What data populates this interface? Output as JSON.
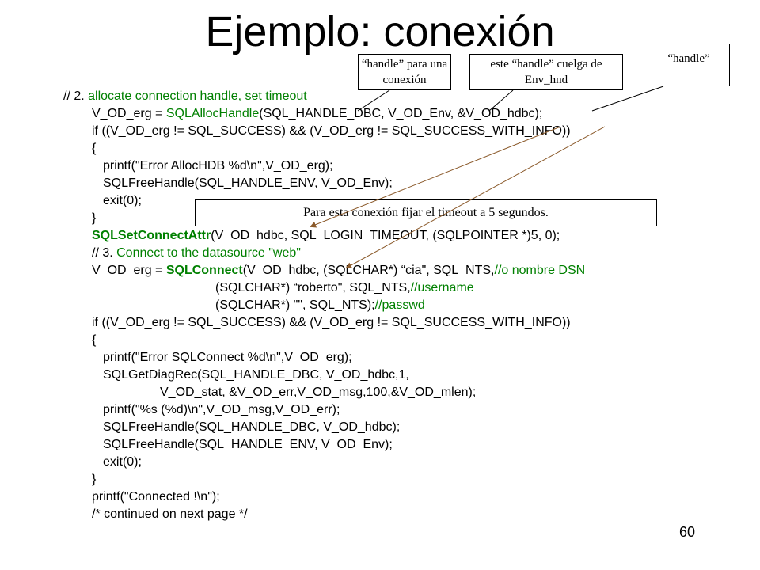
{
  "title": "Ejemplo: conexión",
  "callouts": {
    "handle_conexion": "“handle” para una conexión",
    "handle_env": "este “handle” cuelga de Env_hnd",
    "handle": "“handle”",
    "timeout": "Para esta conexión fijar el timeout a 5 segundos."
  },
  "code": {
    "l1_a": "// 2. ",
    "l1_b": "allocate connection handle, set timeout",
    "l2_a": "V_OD_erg = ",
    "l2_b": "SQLAllocHandle",
    "l2_c": "(SQL_HANDLE_DBC, V_OD_Env, &V_OD_hdbc);",
    "l3": "if ((V_OD_erg != SQL_SUCCESS) && (V_OD_erg != SQL_SUCCESS_WITH_INFO))",
    "l4": "{",
    "l5": "printf(\"Error AllocHDB %d\\n\",V_OD_erg);",
    "l6": "SQLFreeHandle(SQL_HANDLE_ENV, V_OD_Env);",
    "l7": "exit(0);",
    "l8": "}",
    "l9_a": "SQLSetConnectAttr",
    "l9_b": "(V_OD_hdbc, SQL_LOGIN_TIMEOUT, (SQLPOINTER *)5, 0);",
    "l10_a": "// 3. ",
    "l10_b": "Connect to the datasource \"web\"",
    "l11_a": "V_OD_erg = ",
    "l11_b": "SQLConnect",
    "l11_c": "(V_OD_hdbc, (SQLCHAR*) “cia\", SQL_NTS,",
    "l11_d": "//o nombre DSN",
    "l12_a": "(SQLCHAR*) “roberto\", SQL_NTS,",
    "l12_b": "//username",
    "l13_a": "(SQLCHAR*) \"\", SQL_NTS);",
    "l13_b": "//passwd",
    "l14": "if ((V_OD_erg != SQL_SUCCESS) && (V_OD_erg != SQL_SUCCESS_WITH_INFO))",
    "l15": "{",
    "l16": "printf(\"Error SQLConnect %d\\n\",V_OD_erg);",
    "l17": "SQLGetDiagRec(SQL_HANDLE_DBC, V_OD_hdbc,1,",
    "l18": "V_OD_stat, &V_OD_err,V_OD_msg,100,&V_OD_mlen);",
    "l19": "printf(\"%s (%d)\\n\",V_OD_msg,V_OD_err);",
    "l20": "SQLFreeHandle(SQL_HANDLE_DBC, V_OD_hdbc);",
    "l21": "SQLFreeHandle(SQL_HANDLE_ENV, V_OD_Env);",
    "l22": "exit(0);",
    "l23": "}",
    "l24": "printf(\"Connected !\\n\");",
    "l25": "/* continued on next page */"
  },
  "slide_number": "60",
  "colors": {
    "comment_green": "#008000",
    "arrow_brown": "#8B5A2B"
  }
}
